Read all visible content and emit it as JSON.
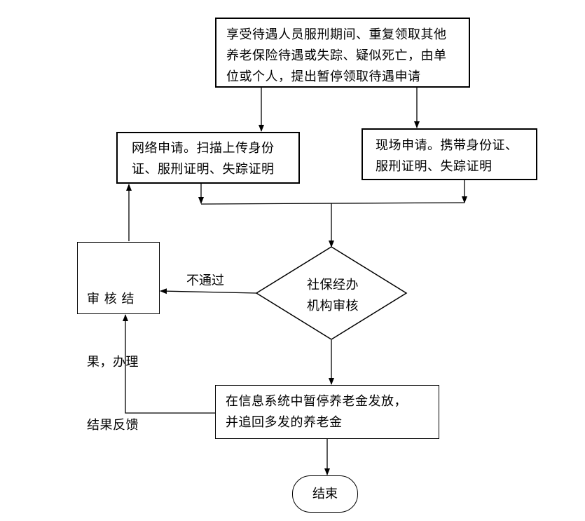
{
  "flowchart": {
    "start_box": {
      "lines": [
        "享受待遇人员服刑期间、重复领取其他",
        "养老保险待遇或失踪、疑似死亡，由单",
        "位或个人，提出暂停领取待遇申请"
      ]
    },
    "online_box": {
      "lines": [
        "网络申请。扫描上传身份",
        "证、服刑证明、失踪证明"
      ]
    },
    "onsite_box": {
      "lines": [
        "现场申请。携带身份证、",
        "服刑证明、失踪证明"
      ]
    },
    "review_diamond": {
      "lines": [
        "社保经办",
        "机构审核"
      ]
    },
    "reject_label": "不通过",
    "result_box": {
      "lines": [
        "审 核 结",
        "果，办理",
        "结果反馈"
      ]
    },
    "suspend_box": {
      "lines": [
        "在信息系统中暂停养老金发放，",
        "并追回多发的养老金"
      ]
    },
    "end_node": "结束"
  }
}
